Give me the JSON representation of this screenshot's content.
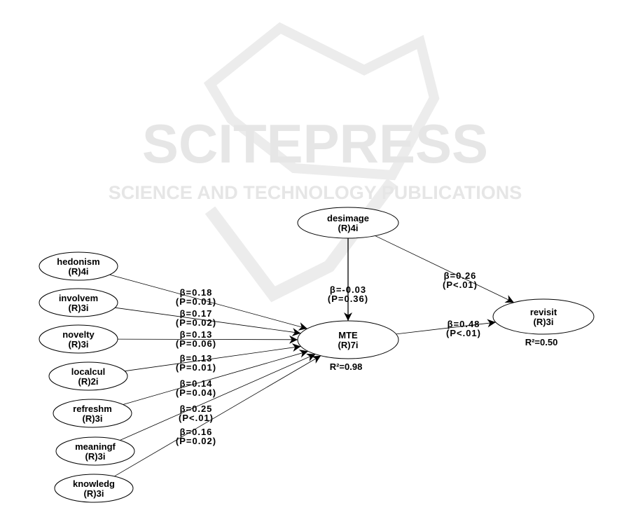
{
  "watermark": {
    "title": "SCITEPRESS",
    "subtitle": "SCIENCE AND TECHNOLOGY PUBLICATIONS"
  },
  "nodes": [
    {
      "id": "hedonism",
      "name": "hedonism",
      "sub": "(R)4i"
    },
    {
      "id": "involvem",
      "name": "involvem",
      "sub": "(R)3i"
    },
    {
      "id": "novelty",
      "name": "novelty",
      "sub": "(R)3i"
    },
    {
      "id": "localcul",
      "name": "localcul",
      "sub": "(R)2i"
    },
    {
      "id": "refreshm",
      "name": "refreshm",
      "sub": "(R)3i"
    },
    {
      "id": "meaningf",
      "name": "meaningf",
      "sub": "(R)3i"
    },
    {
      "id": "knowledg",
      "name": "knowledg",
      "sub": "(R)3i"
    },
    {
      "id": "desimage",
      "name": "desimage",
      "sub": "(R)4i"
    },
    {
      "id": "MTE",
      "name": "MTE",
      "sub": "(R)7i",
      "r2": "R²=0.98"
    },
    {
      "id": "revisit",
      "name": "revisit",
      "sub": "(R)3i",
      "r2": "R²=0.50"
    }
  ],
  "paths": [
    {
      "from": "hedonism",
      "to": "MTE",
      "beta": "β=0.18",
      "p": "(P=0.01)"
    },
    {
      "from": "involvem",
      "to": "MTE",
      "beta": "β=0.17",
      "p": "(P=0.02)"
    },
    {
      "from": "novelty",
      "to": "MTE",
      "beta": "β=0.13",
      "p": "(P=0.06)"
    },
    {
      "from": "localcul",
      "to": "MTE",
      "beta": "β=0.13",
      "p": "(P=0.01)"
    },
    {
      "from": "refreshm",
      "to": "MTE",
      "beta": "β=0.14",
      "p": "(P=0.04)"
    },
    {
      "from": "meaningf",
      "to": "MTE",
      "beta": "β=0.25",
      "p": "(P<.01)"
    },
    {
      "from": "knowledg",
      "to": "MTE",
      "beta": "β=0.16",
      "p": "(P=0.02)"
    },
    {
      "from": "desimage",
      "to": "MTE",
      "beta": "β=-0.03",
      "p": "(P=0.36)"
    },
    {
      "from": "desimage",
      "to": "revisit",
      "beta": "β=0.26",
      "p": "(P<.01)"
    },
    {
      "from": "MTE",
      "to": "revisit",
      "beta": "β=0.48",
      "p": "(P<.01)"
    }
  ]
}
